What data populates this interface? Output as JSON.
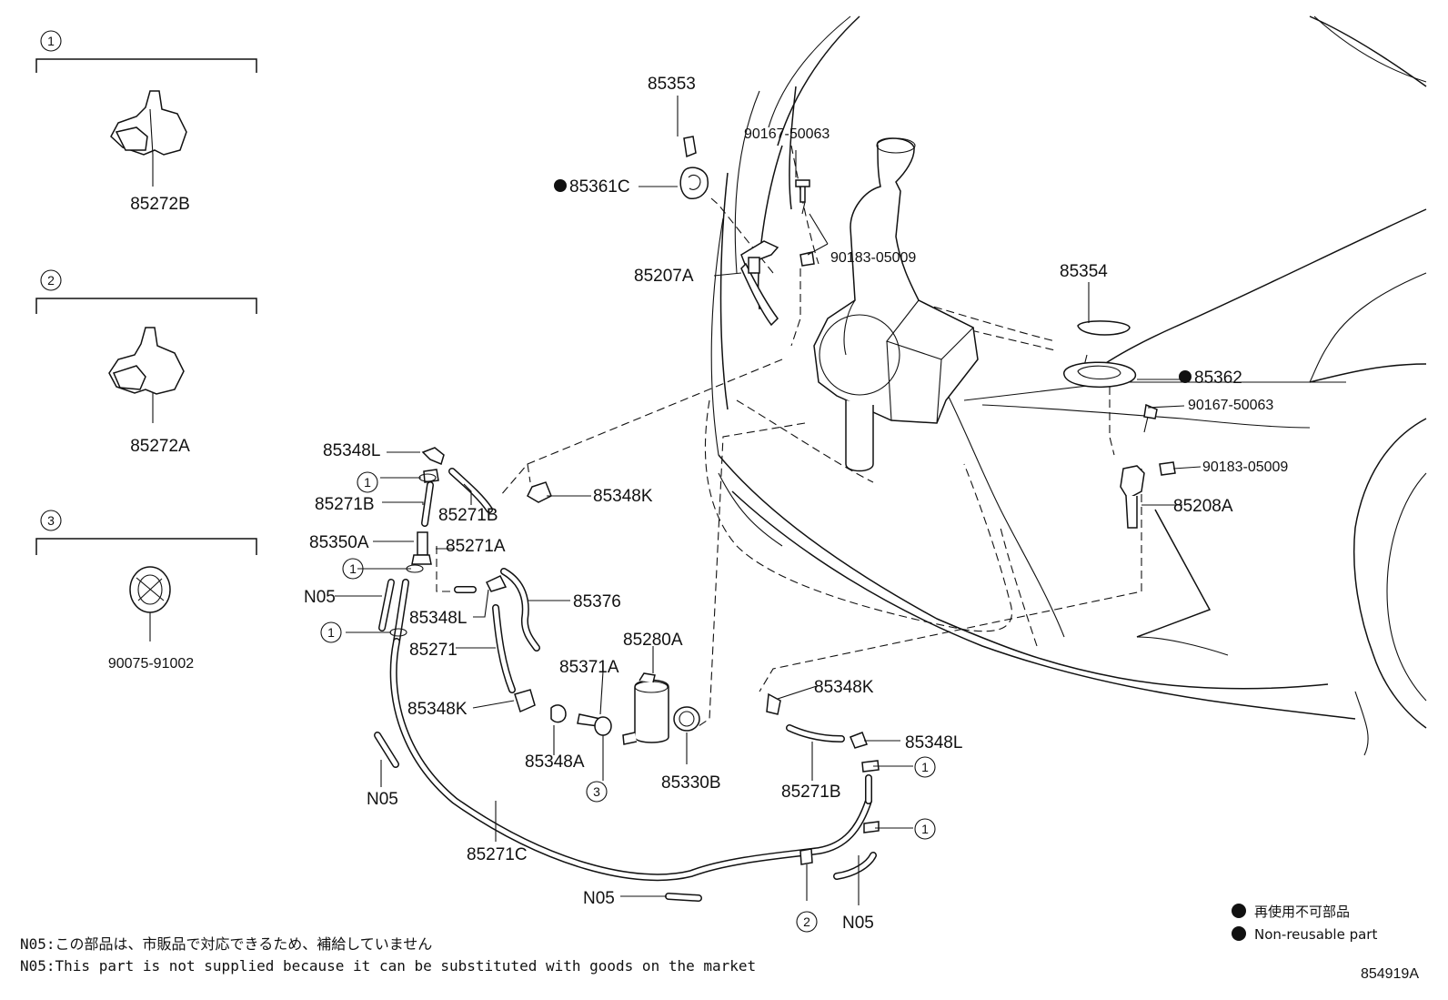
{
  "callouts": [
    {
      "id": "1",
      "group_label": "85272B"
    },
    {
      "id": "2",
      "group_label": "85272A"
    },
    {
      "id": "3",
      "group_label": "90075-91002"
    }
  ],
  "labels": {
    "p85353": "85353",
    "p85361c": "85361C",
    "p90167_a": "90167-50063",
    "p85207a": "85207A",
    "p90183_a": "90183-05009",
    "p85354": "85354",
    "p85362": "85362",
    "p90167_b": "90167-50063",
    "p90183_b": "90183-05009",
    "p85208a": "85208A",
    "p85348l_a": "85348L",
    "p85271b_a": "85271B",
    "p85271b_b": "85271B",
    "p85348k_a": "85348K",
    "p85350a": "85350A",
    "p85271a": "85271A",
    "p_n05_a": "N05",
    "p85376": "85376",
    "p85348l_b": "85348L",
    "p85271": "85271",
    "p85280a": "85280A",
    "p85371a": "85371A",
    "p85348k_b": "85348K",
    "p85348a": "85348A",
    "p85330b": "85330B",
    "p_n05_b": "N05",
    "p85271c": "85271C",
    "p85348k_c": "85348K",
    "p85348l_c": "85348L",
    "p85271b_c": "85271B",
    "p_n05_c": "N05",
    "p_n05_d": "N05"
  },
  "circle_refs": {
    "c1": "1",
    "c2": "1",
    "c3": "1",
    "c4": "1",
    "c5": "1",
    "c6": "3",
    "c7": "2"
  },
  "notes": {
    "jp": "N05:この部品は、市販品で対応できるため、補給していません",
    "en": "N05:This part is not supplied because it can be substituted with goods on the market"
  },
  "legend": {
    "jp": "再使用不可部品",
    "en": "Non-reusable part"
  },
  "diagram_id": "854919A"
}
